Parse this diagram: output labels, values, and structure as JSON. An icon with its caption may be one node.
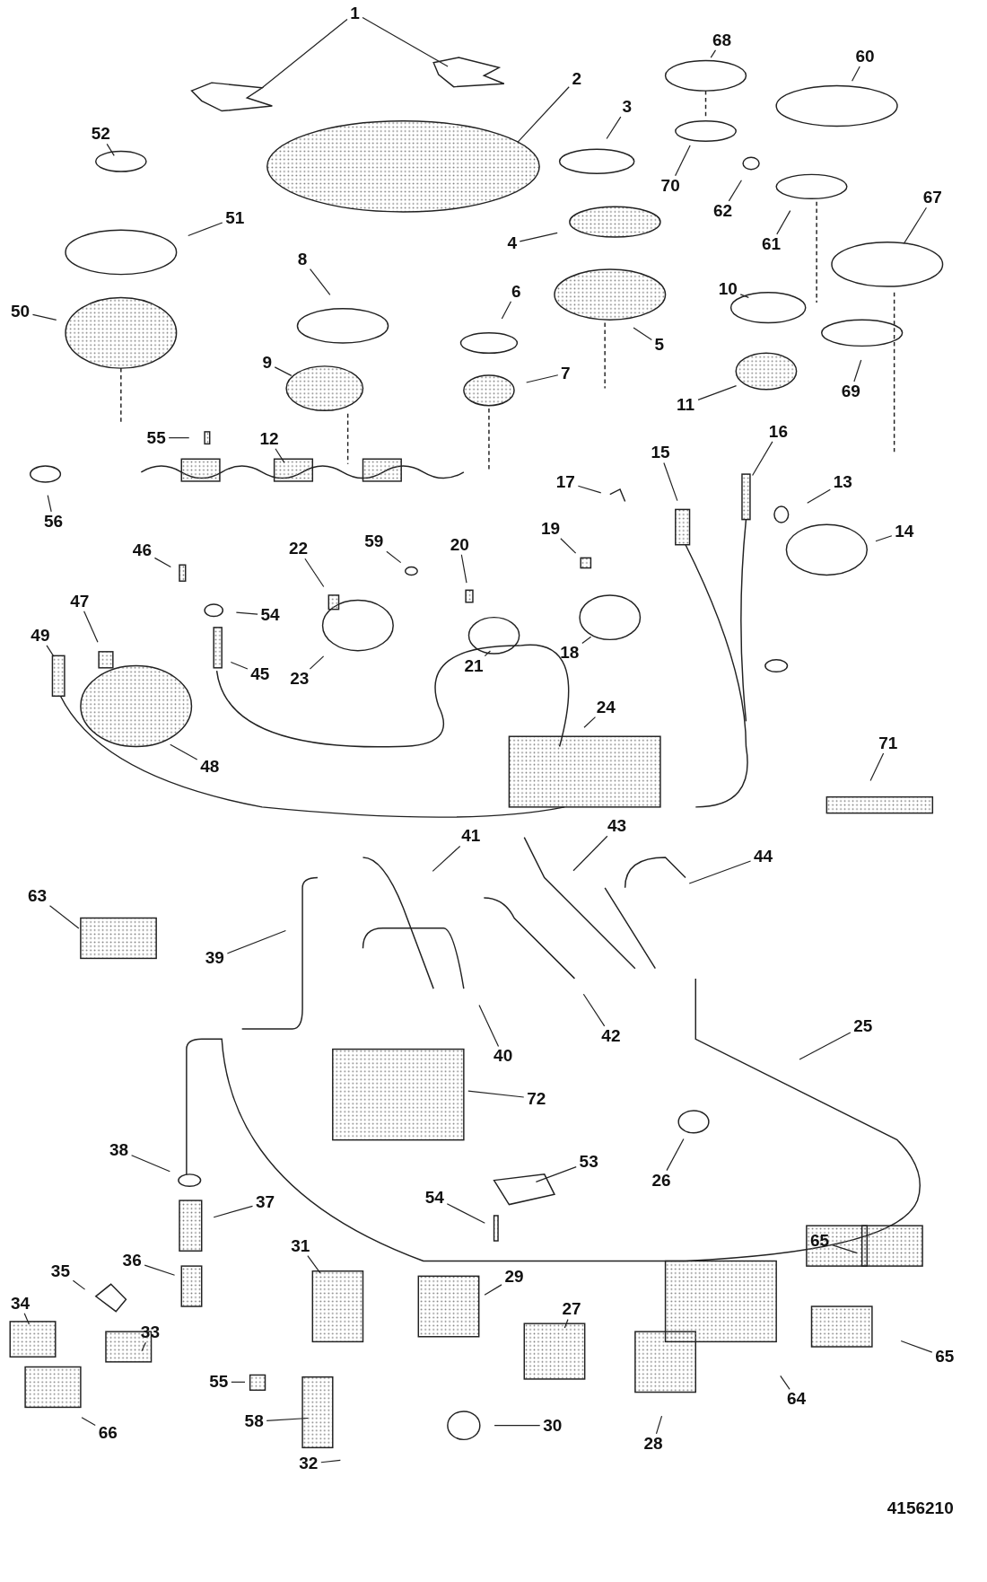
{
  "diagram": {
    "nodes": [
      {
        "text": [
          "1"
        ]
      },
      {
        "text": [
          "2"
        ]
      },
      {
        "text": [
          "3"
        ]
      },
      {
        "text": [
          "4"
        ]
      },
      {
        "text": [
          "5"
        ]
      },
      {
        "text": [
          "6"
        ]
      },
      {
        "text": [
          "7"
        ]
      },
      {
        "text": [
          "8"
        ]
      },
      {
        "text": [
          "9"
        ]
      },
      {
        "text": [
          "10"
        ]
      },
      {
        "text": [
          "11"
        ]
      },
      {
        "text": [
          "12"
        ]
      },
      {
        "text": [
          "13"
        ]
      },
      {
        "text": [
          "14"
        ]
      },
      {
        "text": [
          "15"
        ]
      },
      {
        "text": [
          "16"
        ]
      },
      {
        "text": [
          "17"
        ]
      },
      {
        "text": [
          "19"
        ]
      },
      {
        "text": [
          "18"
        ]
      },
      {
        "text": [
          "20"
        ]
      },
      {
        "text": [
          "21"
        ]
      },
      {
        "text": [
          "22"
        ]
      },
      {
        "text": [
          "59"
        ]
      },
      {
        "text": [
          "23"
        ]
      },
      {
        "text": [
          "46"
        ]
      },
      {
        "text": [
          "54"
        ]
      },
      {
        "text": [
          "47"
        ]
      },
      {
        "text": [
          "45"
        ]
      },
      {
        "text": [
          "49"
        ]
      },
      {
        "text": [
          "48"
        ]
      },
      {
        "text": [
          "24"
        ]
      },
      {
        "text": [
          "71"
        ]
      },
      {
        "text": [
          "56"
        ]
      },
      {
        "text": [
          "55"
        ]
      },
      {
        "text": [
          "50"
        ]
      },
      {
        "text": [
          "51"
        ]
      },
      {
        "text": [
          "52"
        ]
      },
      {
        "text": [
          "68"
        ]
      },
      {
        "text": [
          "60"
        ]
      },
      {
        "text": [
          "70"
        ]
      },
      {
        "text": [
          "62"
        ]
      },
      {
        "text": [
          "61"
        ]
      },
      {
        "text": [
          "67"
        ]
      },
      {
        "text": [
          "69"
        ]
      },
      {
        "text": [
          "41"
        ]
      },
      {
        "text": [
          "43"
        ]
      },
      {
        "text": [
          "44"
        ]
      },
      {
        "text": [
          "63"
        ]
      },
      {
        "text": [
          "39"
        ]
      },
      {
        "text": [
          "40"
        ]
      },
      {
        "text": [
          "42"
        ]
      },
      {
        "text": [
          "25"
        ]
      },
      {
        "text": [
          "72"
        ]
      },
      {
        "text": [
          "38"
        ]
      },
      {
        "text": [
          "26"
        ]
      },
      {
        "text": [
          "53"
        ]
      },
      {
        "text": [
          "37"
        ]
      },
      {
        "text": [
          "54"
        ]
      },
      {
        "text": [
          "36"
        ]
      },
      {
        "text": [
          "31"
        ]
      },
      {
        "text": [
          "65"
        ]
      },
      {
        "text": [
          "65"
        ]
      },
      {
        "text": [
          "35"
        ]
      },
      {
        "text": [
          "29"
        ]
      },
      {
        "text": [
          "27"
        ]
      },
      {
        "text": [
          "34"
        ]
      },
      {
        "text": [
          "33"
        ]
      },
      {
        "text": [
          "55"
        ]
      },
      {
        "text": [
          "64"
        ]
      },
      {
        "text": [
          "58"
        ]
      },
      {
        "text": [
          "66"
        ]
      },
      {
        "text": [
          "30"
        ]
      },
      {
        "text": [
          "28"
        ]
      },
      {
        "text": [
          "32"
        ]
      }
    ],
    "edges": [
      {
        "from": 0,
        "to": null,
        "arrow": "none"
      },
      {
        "from": 0,
        "to": null,
        "arrow": "none"
      },
      {
        "from": 1,
        "to": null,
        "arrow": "none"
      },
      {
        "from": 2,
        "to": null,
        "arrow": "none"
      },
      {
        "from": 3,
        "to": null,
        "arrow": "none"
      },
      {
        "from": 4,
        "to": null,
        "arrow": "none"
      },
      {
        "from": 5,
        "to": null,
        "arrow": "none"
      },
      {
        "from": 6,
        "to": null,
        "arrow": "none"
      },
      {
        "from": 7,
        "to": null,
        "arrow": "none"
      },
      {
        "from": 8,
        "to": null,
        "arrow": "none"
      },
      {
        "from": 9,
        "to": null,
        "arrow": "none"
      },
      {
        "from": 10,
        "to": null,
        "arrow": "none"
      },
      {
        "from": 11,
        "to": null,
        "arrow": "none"
      },
      {
        "from": 12,
        "to": null,
        "arrow": "none"
      },
      {
        "from": 13,
        "to": null,
        "arrow": "none"
      },
      {
        "from": 14,
        "to": null,
        "arrow": "none"
      },
      {
        "from": 15,
        "to": null,
        "arrow": "none"
      },
      {
        "from": 16,
        "to": null,
        "arrow": "none"
      },
      {
        "from": 17,
        "to": null,
        "arrow": "none"
      },
      {
        "from": 18,
        "to": null,
        "arrow": "none"
      },
      {
        "from": 19,
        "to": null,
        "arrow": "none"
      },
      {
        "from": 20,
        "to": null,
        "arrow": "none"
      },
      {
        "from": 21,
        "to": null,
        "arrow": "none"
      },
      {
        "from": 22,
        "to": null,
        "arrow": "none"
      },
      {
        "from": 23,
        "to": null,
        "arrow": "none"
      },
      {
        "from": 24,
        "to": null,
        "arrow": "none"
      },
      {
        "from": 25,
        "to": null,
        "arrow": "none"
      },
      {
        "from": 26,
        "to": null,
        "arrow": "none"
      },
      {
        "from": 27,
        "to": null,
        "arrow": "none"
      },
      {
        "from": 28,
        "to": null,
        "arrow": "none"
      },
      {
        "from": 29,
        "to": null,
        "arrow": "none"
      },
      {
        "from": 30,
        "to": null,
        "arrow": "none"
      },
      {
        "from": 31,
        "to": null,
        "arrow": "none"
      },
      {
        "from": 32,
        "to": null,
        "arrow": "none"
      },
      {
        "from": 33,
        "to": null,
        "arrow": "none"
      },
      {
        "from": 34,
        "to": null,
        "arrow": "none"
      },
      {
        "from": 35,
        "to": null,
        "arrow": "none"
      },
      {
        "from": 36,
        "to": null,
        "arrow": "none"
      },
      {
        "from": 37,
        "to": null,
        "arrow": "none"
      },
      {
        "from": 38,
        "to": null,
        "arrow": "none"
      },
      {
        "from": 39,
        "to": null,
        "arrow": "none"
      },
      {
        "from": 40,
        "to": null,
        "arrow": "none"
      },
      {
        "from": 41,
        "to": null,
        "arrow": "none"
      },
      {
        "from": 42,
        "to": null,
        "arrow": "none"
      },
      {
        "from": 43,
        "to": null,
        "arrow": "none"
      },
      {
        "from": 44,
        "to": null,
        "arrow": "none"
      },
      {
        "from": 45,
        "to": null,
        "arrow": "none"
      },
      {
        "from": 46,
        "to": null,
        "arrow": "none"
      },
      {
        "from": 47,
        "to": null,
        "arrow": "none"
      },
      {
        "from": 48,
        "to": null,
        "arrow": "none"
      },
      {
        "from": 49,
        "to": null,
        "arrow": "none"
      },
      {
        "from": 50,
        "to": null,
        "arrow": "none"
      },
      {
        "from": 51,
        "to": null,
        "arrow": "none"
      },
      {
        "from": 52,
        "to": null,
        "arrow": "none"
      },
      {
        "from": 53,
        "to": null,
        "arrow": "none"
      },
      {
        "from": 54,
        "to": null,
        "arrow": "none"
      },
      {
        "from": 55,
        "to": null,
        "arrow": "none"
      },
      {
        "from": 56,
        "to": null,
        "arrow": "none"
      },
      {
        "from": 57,
        "to": null,
        "arrow": "none"
      },
      {
        "from": 58,
        "to": null,
        "arrow": "none"
      },
      {
        "from": 59,
        "to": null,
        "arrow": "none"
      },
      {
        "from": 60,
        "to": null,
        "arrow": "none"
      },
      {
        "from": 61,
        "to": null,
        "arrow": "none"
      },
      {
        "from": 62,
        "to": null,
        "arrow": "none"
      },
      {
        "from": 63,
        "to": null,
        "arrow": "none"
      },
      {
        "from": 64,
        "to": null,
        "arrow": "none"
      },
      {
        "from": 65,
        "to": null,
        "arrow": "none"
      },
      {
        "from": 66,
        "to": null,
        "arrow": "none"
      },
      {
        "from": 67,
        "to": null,
        "arrow": "none"
      },
      {
        "from": 68,
        "to": null,
        "arrow": "none"
      },
      {
        "from": 69,
        "to": null,
        "arrow": "none"
      },
      {
        "from": 70,
        "to": null,
        "arrow": "none"
      },
      {
        "from": 71,
        "to": null,
        "arrow": "none"
      },
      {
        "from": 72,
        "to": null,
        "arrow": "none"
      },
      {
        "from": 73,
        "to": null,
        "arrow": "none"
      }
    ],
    "labels": [
      "4156210"
    ]
  }
}
